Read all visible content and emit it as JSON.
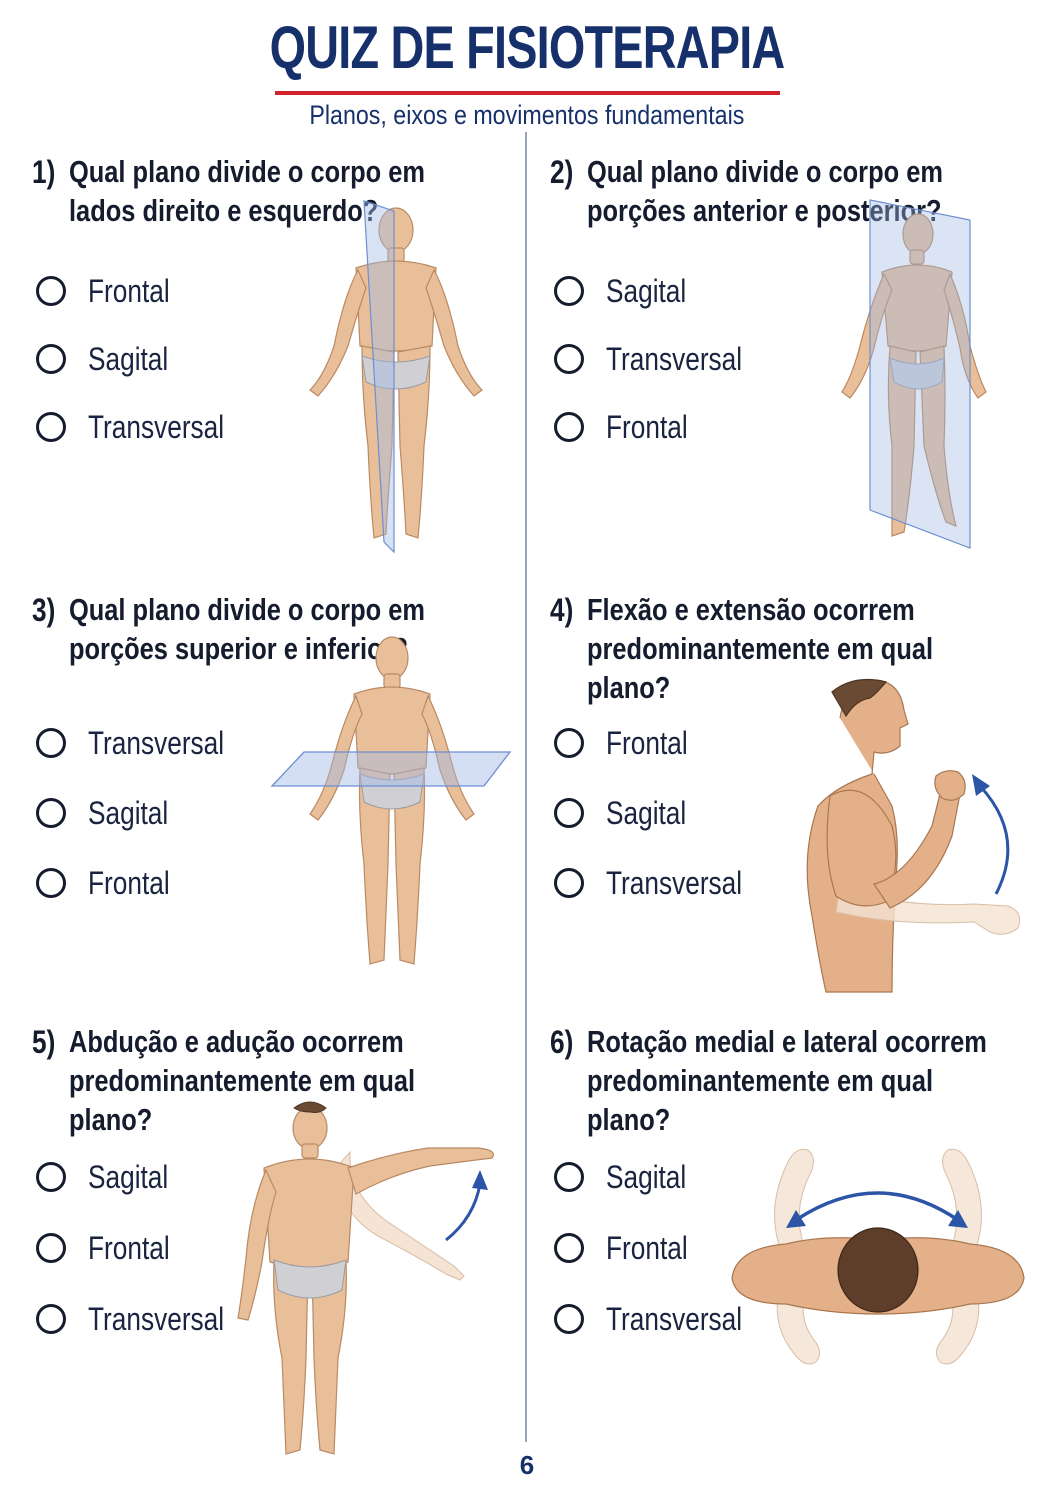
{
  "header": {
    "title": "QUIZ DE FISIOTERAPIA",
    "subtitle": "Planos, eixos e movimentos fundamentais"
  },
  "colors": {
    "title": "#16306b",
    "accent_rule": "#d3222b",
    "text": "#151c2e",
    "plane": "#9fb9e6",
    "arrow": "#2c55a8",
    "skin": "#e9bf99"
  },
  "questions": [
    {
      "number": "1)",
      "text": "Qual plano divide o corpo em lados direito e esquerdo?",
      "options": [
        "Frontal",
        "Sagital",
        "Transversal"
      ],
      "figure": "full-body-sagittal-plane"
    },
    {
      "number": "2)",
      "text": "Qual plano divide o corpo em porções anterior e posterior?",
      "options": [
        "Sagital",
        "Transversal",
        "Frontal"
      ],
      "figure": "full-body-frontal-plane"
    },
    {
      "number": "3)",
      "text": "Qual plano divide o corpo em porções superior e inferior?",
      "options": [
        "Transversal",
        "Sagital",
        "Frontal"
      ],
      "figure": "full-body-transverse-plane"
    },
    {
      "number": "4)",
      "text": "Flexão e extensão ocorrem predominantemente em qual plano?",
      "options": [
        "Frontal",
        "Sagital",
        "Transversal"
      ],
      "figure": "elbow-flexion-side-view"
    },
    {
      "number": "5)",
      "text": "Abdução e adução ocorrem predominantemente em qual plano?",
      "options": [
        "Sagital",
        "Frontal",
        "Transversal"
      ],
      "figure": "shoulder-abduction-front-view"
    },
    {
      "number": "6)",
      "text": "Rotação medial e lateral ocorrem predominantemente em qual plano?",
      "options": [
        "Sagital",
        "Frontal",
        "Transversal"
      ],
      "figure": "shoulder-rotation-top-view"
    }
  ],
  "page_number": "6"
}
